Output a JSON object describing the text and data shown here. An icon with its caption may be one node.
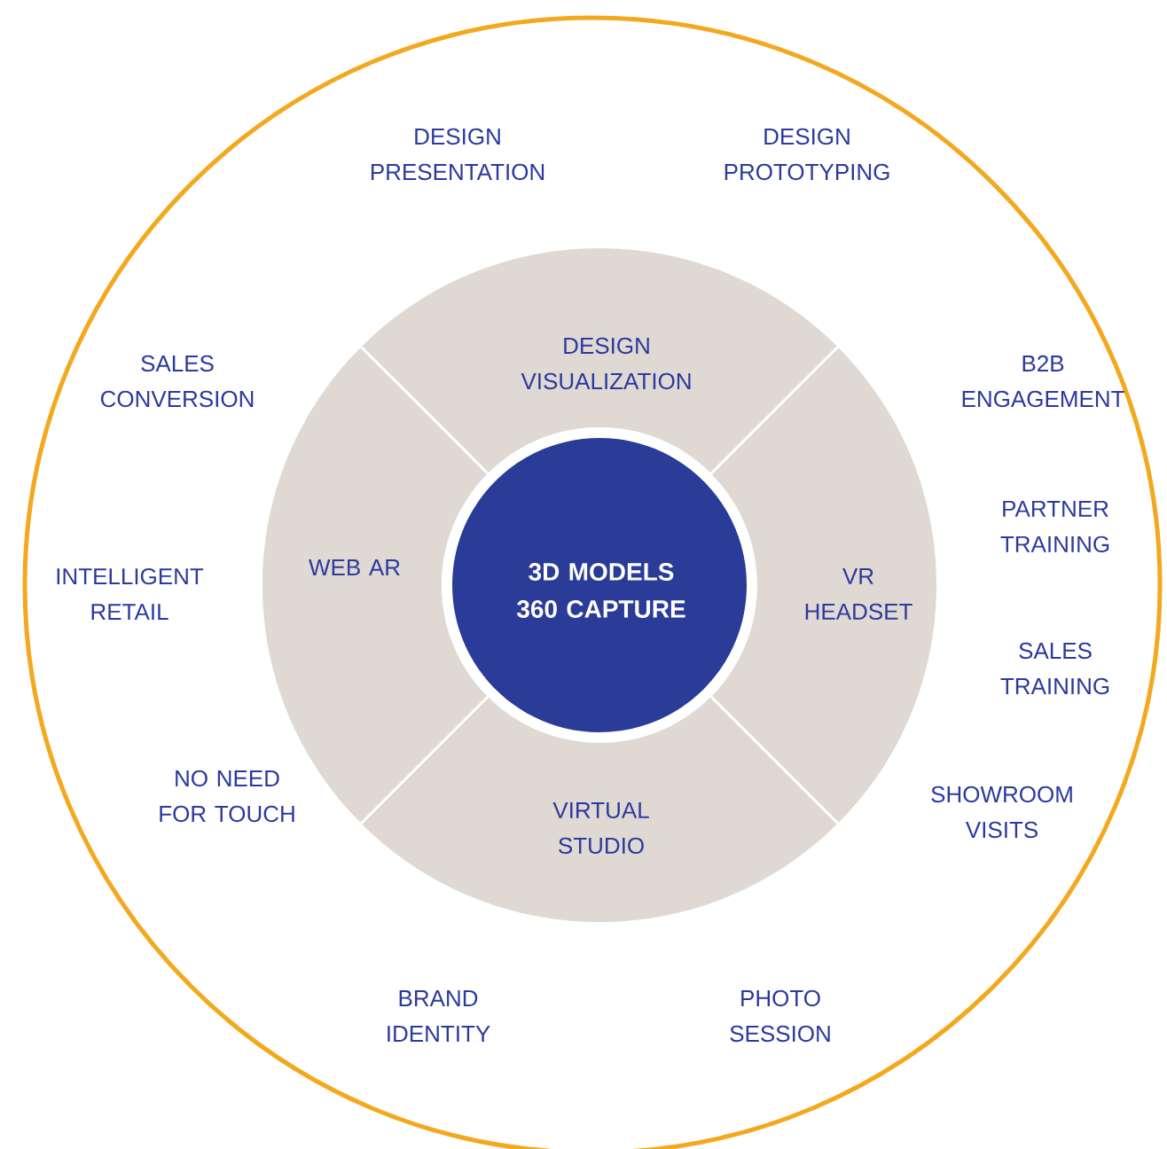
{
  "diagram": {
    "nodes": [
      {
        "text": [
          "DESIGN VISUALIZATION"
        ]
      },
      {
        "text": [
          "WEB AR"
        ]
      },
      {
        "text": [
          "3D MODELS 360 CAPTURE"
        ]
      },
      {
        "text": [
          "VR HEADSET"
        ]
      },
      {
        "text": [
          "VIRTUAL STUDIO"
        ]
      }
    ],
    "labels": [
      "DESIGN PRESENTATION",
      "DESIGN PROTOTYPING",
      "SALES CONVERSION",
      "B2B ENGAGEMENT",
      "PARTNER TRAINING",
      "INTELLIGENT RETAIL",
      "SALES TRAINING",
      "NO NEED FOR TOUCH",
      "SHOWROOM VISITS",
      "BRAND IDENTITY",
      "PHOTO SESSION"
    ]
  }
}
